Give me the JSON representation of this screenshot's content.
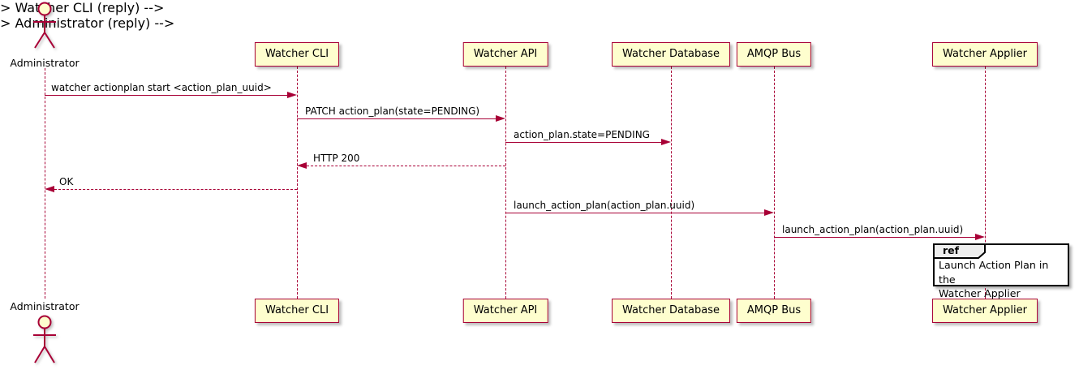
{
  "participants": [
    {
      "id": "administrator",
      "kind": "actor",
      "label": "Administrator"
    },
    {
      "id": "watcher-cli",
      "kind": "participant",
      "label": "Watcher CLI"
    },
    {
      "id": "watcher-api",
      "kind": "participant",
      "label": "Watcher API"
    },
    {
      "id": "watcher-database",
      "kind": "participant",
      "label": "Watcher Database"
    },
    {
      "id": "amqp-bus",
      "kind": "participant",
      "label": "AMQP Bus"
    },
    {
      "id": "watcher-applier",
      "kind": "participant",
      "label": "Watcher Applier"
    }
  ],
  "messages": [
    {
      "from": "Administrator",
      "to": "Watcher CLI",
      "line": "solid",
      "label": "watcher actionplan start <action_plan_uuid>"
    },
    {
      "from": "Watcher CLI",
      "to": "Watcher API",
      "line": "solid",
      "label": "PATCH action_plan(state=PENDING)"
    },
    {
      "from": "Watcher API",
      "to": "Watcher Database",
      "line": "solid",
      "label": "action_plan.state=PENDING"
    },
    {
      "from": "Watcher API",
      "to": "Watcher CLI",
      "line": "dashed",
      "label": "HTTP 200"
    },
    {
      "from": "Watcher CLI",
      "to": "Administrator",
      "line": "dashed",
      "label": "OK"
    },
    {
      "from": "Watcher API",
      "to": "AMQP Bus",
      "line": "solid",
      "label": "launch_action_plan(action_plan.uuid)"
    },
    {
      "from": "AMQP Bus",
      "to": "Watcher Applier",
      "line": "solid",
      "label": "launch_action_plan(action_plan.uuid)"
    }
  ],
  "ref": {
    "keyword": "ref",
    "over": "Watcher Applier",
    "text": "Launch Action Plan in the\nWatcher Applier"
  },
  "colors": {
    "participant_fill": "#FEFECE",
    "participant_border": "#A80036",
    "arrow": "#A80036",
    "lifeline": "#A80036",
    "text": "#000000",
    "ref_header_fill": "#EEEEEE",
    "ref_border": "#000000"
  }
}
